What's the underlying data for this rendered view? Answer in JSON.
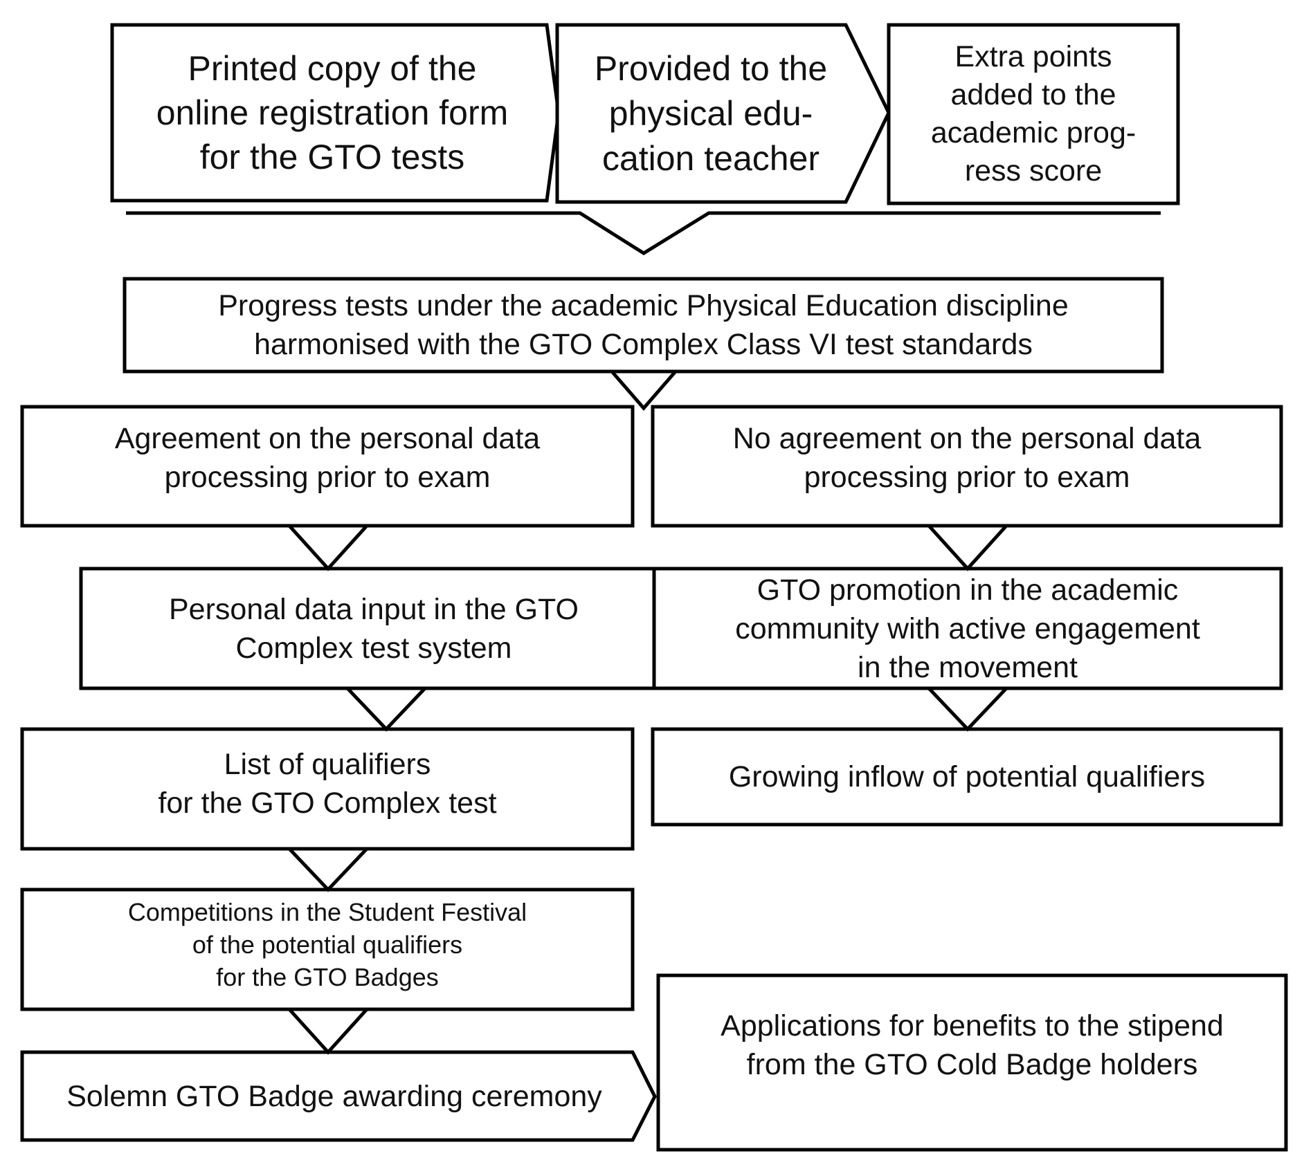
{
  "boxes": {
    "printed_copy": "Printed copy of the\nonline registration form\nfor the GTO tests",
    "provided_teacher": "Provided to the\nphysical edu-\ncation teacher",
    "extra_points": "Extra points\nadded to the\nacademic prog-\nress score",
    "progress_tests": "Progress tests under the academic Physical Education discipline\nharmonised with the GTO Complex Class VI test standards",
    "agreement": "Agreement on the personal data\nprocessing prior to exam",
    "no_agreement": "No agreement on the personal data\nprocessing prior to exam",
    "personal_input": "Personal data input in the GTO\nComplex test system",
    "gto_promotion": "GTO promotion in the academic\ncommunity with active engagement\nin the movement",
    "qualifiers_list": "List of qualifiers\nfor the GTO Complex test",
    "growing_inflow": "Growing inflow of potential qualifiers",
    "competitions": "Competitions in the Student Festival\nof the potential qualifiers\nfor the GTO Badges",
    "ceremony": "Solemn GTO Badge awarding ceremony",
    "applications": "Applications for benefits to the stipend\nfrom the GTO Cold Badge holders"
  }
}
